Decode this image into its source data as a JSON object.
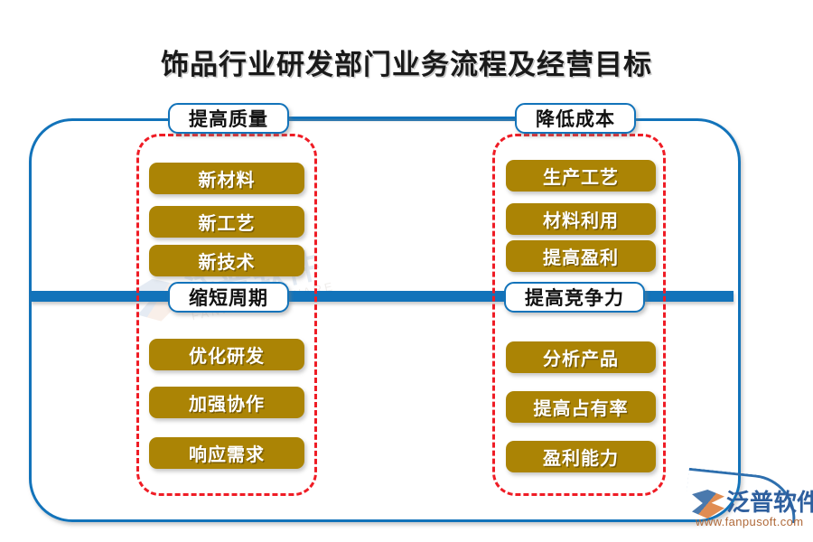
{
  "page": {
    "title": "饰品行业研发部门业务流程及经营目标",
    "background_color": "#ffffff"
  },
  "theme": {
    "frame_blue": "#1273ba",
    "bar_blue": "#1273ba",
    "dashed_red": "#ef1c25",
    "gold": "#ab8405",
    "header_text": "#111111",
    "gold_text": "#ffffff"
  },
  "diagram": {
    "branches": [
      {
        "id": "left",
        "top_header": "提高质量",
        "mid_header": "缩短周期",
        "top_items": [
          "新材料",
          "新工艺",
          "新技术"
        ],
        "bottom_items": [
          "优化研发",
          "加强协作",
          "响应需求"
        ]
      },
      {
        "id": "right",
        "top_header": "降低成本",
        "mid_header": "提高竞争力",
        "top_items": [
          "生产工艺",
          "材料利用",
          "提高盈利"
        ],
        "bottom_items": [
          "分析产品",
          "提高占有率",
          "盈利能力"
        ]
      }
    ]
  },
  "watermark": {
    "brand": "泛普软件",
    "sub": "FANPU SOFTWARE"
  },
  "logo": {
    "brand": "泛普软件",
    "url": "www.fanpusoft.com"
  }
}
